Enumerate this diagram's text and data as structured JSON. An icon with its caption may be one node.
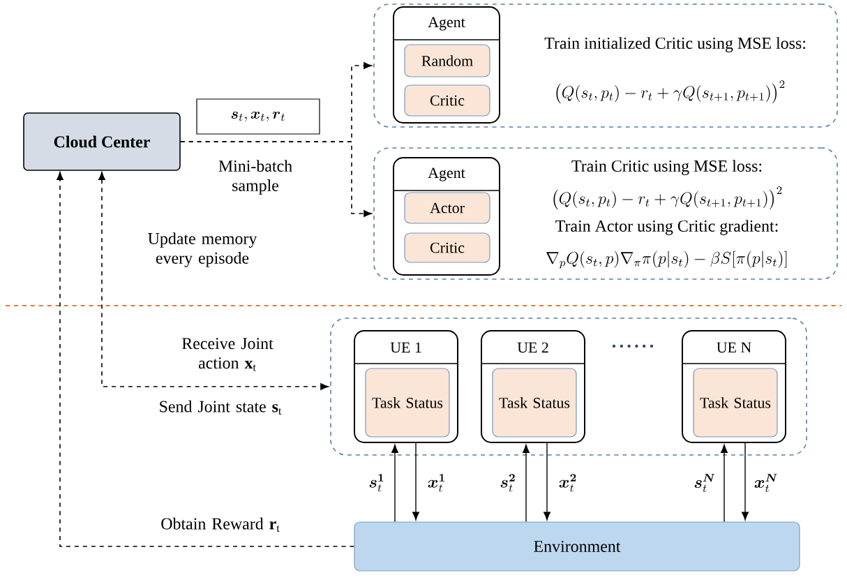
{
  "diagram": {
    "nodes": [
      {
        "text": [
          "Cloud Center"
        ]
      },
      {
        "text": [
          "\\boldsymbol{s}_t, \\boldsymbol{x}_t, \\boldsymbol{r}_t"
        ]
      },
      {
        "text": [
          "Train initialized Critic using MSE loss:",
          "\\big(Q(s_t,p_t)-r_t+\\gamma Q(s_{t+1},p_{t+1})\\big)^2"
        ]
      },
      {
        "text": [
          "Agent"
        ],
        "in": 2
      },
      {
        "text": [
          "Random"
        ],
        "in": 3
      },
      {
        "text": [
          "Critic"
        ],
        "in": 3
      },
      {
        "text": [
          "Train Critic using MSE loss:",
          "\\big(Q(s_t,p_t)-r_t+\\gamma Q(s_{t+1},p_{t+1})\\big)^2",
          "Train Actor using Critic gradient:",
          "\\nabla_p Q(s_t,p)\\nabla_\\pi \\pi(p|s_t)-\\beta S[\\pi(p|s_t)]"
        ]
      },
      {
        "text": [
          "Agent"
        ],
        "in": 6
      },
      {
        "text": [
          "Actor"
        ],
        "in": 7
      },
      {
        "text": [
          "Critic"
        ],
        "in": 7
      },
      {
        "text": [],
        "shape": "box"
      },
      {
        "text": [
          "UE 1"
        ],
        "in": 10
      },
      {
        "text": [
          "Task Status"
        ],
        "in": 11
      },
      {
        "text": [
          "UE 2"
        ],
        "in": 10
      },
      {
        "text": [
          "Task Status"
        ],
        "in": 13
      },
      {
        "text": [
          "UE N"
        ],
        "in": 10
      },
      {
        "text": [
          "Task Status"
        ],
        "in": 15
      },
      {
        "text": [
          "Environment"
        ]
      }
    ],
    "edges": [
      {
        "from": 0,
        "to": 2,
        "arrow": "to",
        "style": "dashed",
        "label": "Mini-batch sample"
      },
      {
        "from": 0,
        "to": 6,
        "arrow": "to",
        "style": "dashed"
      },
      {
        "from": 0,
        "to": 10,
        "arrow": "both",
        "style": "dashed",
        "label": "Receive Joint action **x**$_{t}$"
      },
      {
        "from": 17,
        "to": 0,
        "arrow": "to",
        "style": "dashed",
        "label": "Obtain Reward **r**$_{t}$"
      },
      {
        "from": 17,
        "to": 11,
        "arrow": "to",
        "label": "\\boldsymbol{s}_t^{\\boldsymbol{1}}"
      },
      {
        "from": 11,
        "to": 17,
        "arrow": "to",
        "label": "\\boldsymbol{x}_t^{\\boldsymbol{1}}"
      },
      {
        "from": 17,
        "to": 13,
        "arrow": "to",
        "label": "\\boldsymbol{s}_t^{\\boldsymbol{2}}"
      },
      {
        "from": 13,
        "to": 17,
        "arrow": "to",
        "label": "\\boldsymbol{x}_t^{\\boldsymbol{2}}"
      },
      {
        "from": 17,
        "to": 15,
        "arrow": "to",
        "label": "\\boldsymbol{s}_t^{\\boldsymbol{N}}"
      },
      {
        "from": 15,
        "to": 17,
        "arrow": "to",
        "label": "\\boldsymbol{x}_t^{\\boldsymbol{N}}"
      }
    ],
    "labels": [
      "Update memory every episode",
      "Send Joint state **s**$_{t}$"
    ]
  }
}
